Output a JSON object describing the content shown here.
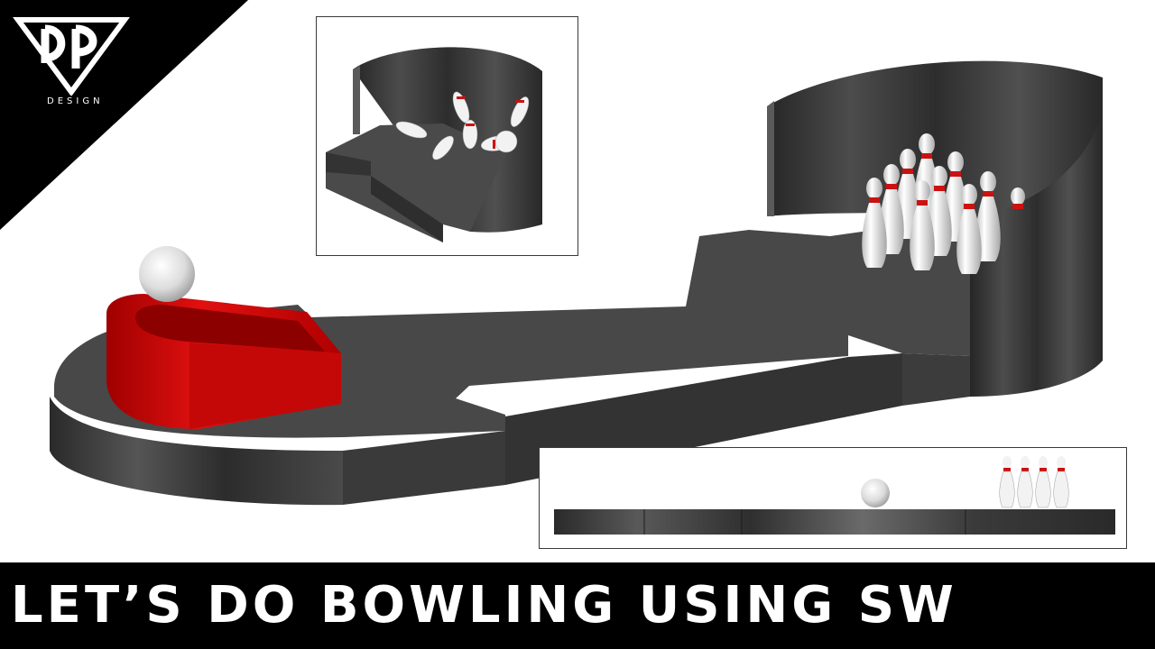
{
  "logo": {
    "word": "DESIGN",
    "mark_icon": "dp-diamond-logo-icon"
  },
  "title": {
    "text": "LET’S DO BOWLING USING SW"
  },
  "colors": {
    "background": "#ffffff",
    "banner": "#000000",
    "lane": "#444444",
    "lane_dark": "#2b2b2b",
    "ramp": "#d40000",
    "pin": "#f2f2f2",
    "pin_stripe": "#cc1111",
    "ball": "#e8e8e8"
  },
  "insets": {
    "top_view": "pins-knocked-down-closeup",
    "side_view": "lane-side-elevation"
  }
}
